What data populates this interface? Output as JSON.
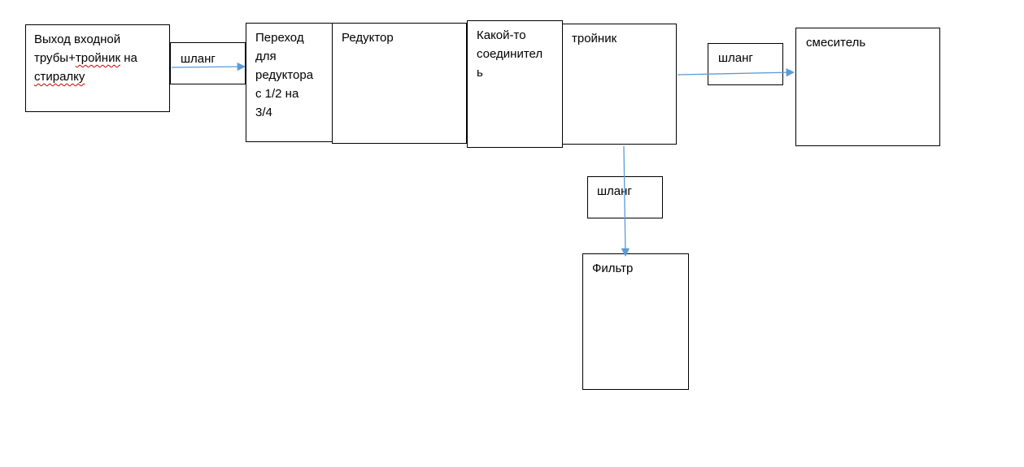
{
  "diagram": {
    "nodes": {
      "inlet": {
        "line1": "Выход входной",
        "line2_plain": "трубы+",
        "line2_marked": "тройник",
        "line2_tail": " на",
        "line3_marked": "стиралку"
      },
      "hose_1": "шланг",
      "adapter": "Переход\nдля\nредуктора\nс 1/2 на\n3/4",
      "reducer": "Редуктор",
      "connector": "Какой-то\nсоединител\nь",
      "tee": "тройник",
      "hose_2": "шланг",
      "mixer": "смеситель",
      "hose_3": "шланг",
      "filter": "Фильтр"
    },
    "edges": [
      {
        "from": "inlet",
        "to": "adapter",
        "via": "hose_1"
      },
      {
        "from": "tee",
        "to": "mixer",
        "via": "hose_2"
      },
      {
        "from": "tee",
        "to": "filter",
        "via": "hose_3"
      }
    ],
    "colors": {
      "border": "#000000",
      "arrow": "#5b9bd5",
      "spellcheck": "#d00000"
    }
  }
}
